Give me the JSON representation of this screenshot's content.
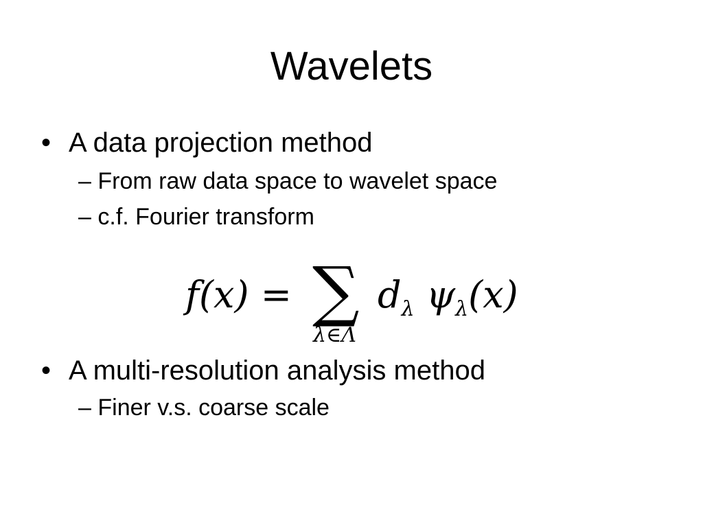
{
  "slide": {
    "title": "Wavelets",
    "bullets": [
      {
        "marker": "•",
        "text": "A data projection method",
        "subitems": [
          {
            "marker": "–",
            "text": "From raw data space to wavelet space"
          },
          {
            "marker": "–",
            "text": "c.f.  Fourier transform"
          }
        ]
      },
      {
        "marker": "•",
        "text": "A multi-resolution analysis method",
        "subitems": [
          {
            "marker": "–",
            "text": "Finer v.s. coarse scale"
          }
        ]
      }
    ],
    "formula": {
      "lhs": "f(x) =",
      "operator": "∑",
      "subscript": "λ∈Λ",
      "rhs_d": "d",
      "rhs_d_sub": "λ",
      "rhs_psi": "ψ",
      "rhs_psi_sub": "λ",
      "rhs_arg": "(x)"
    }
  }
}
